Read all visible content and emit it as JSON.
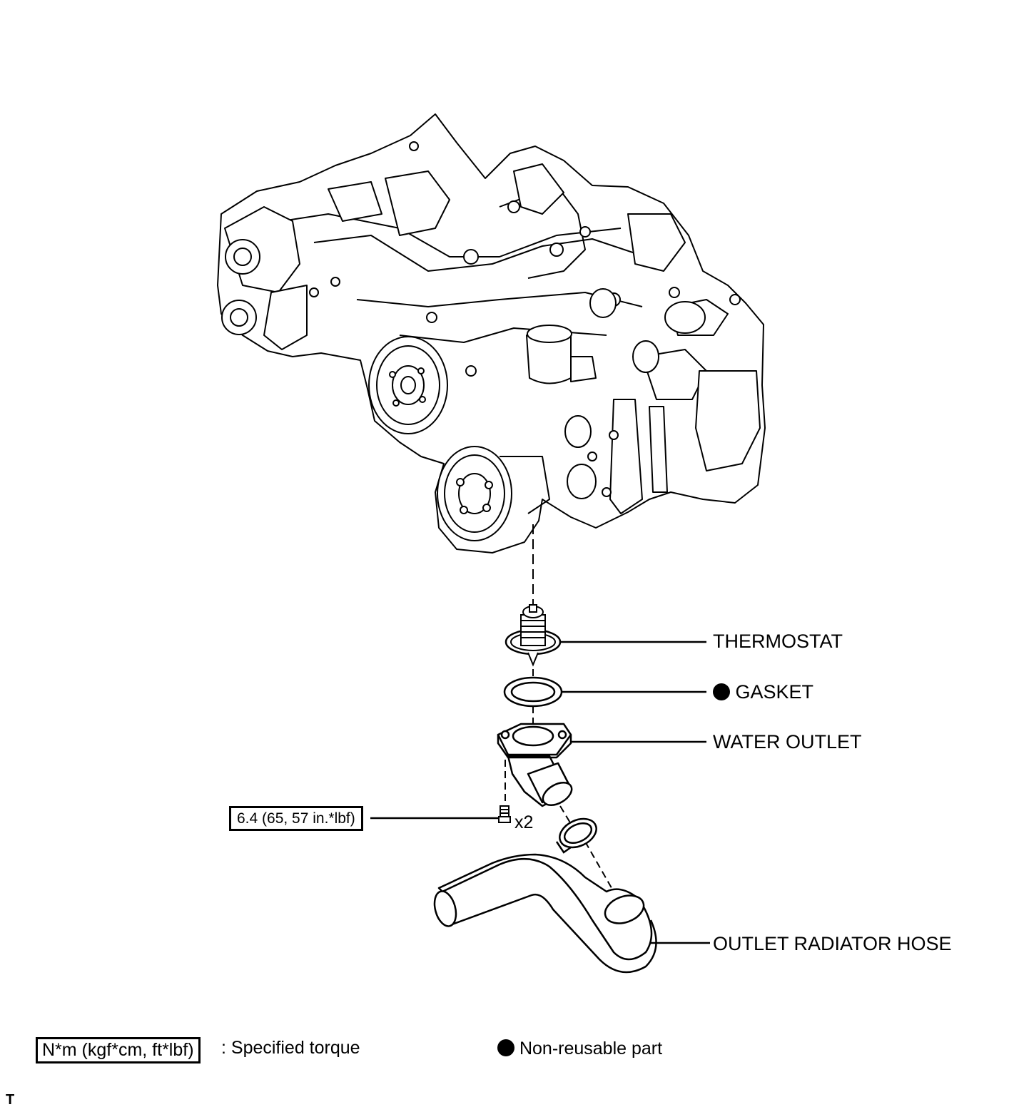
{
  "parts": {
    "thermostat": "THERMOSTAT",
    "gasket": "GASKET",
    "water_outlet": "WATER OUTLET",
    "outlet_radiator_hose": "OUTLET RADIATOR HOSE"
  },
  "bolt": {
    "torque": "6.4 (65, 57 in.*lbf)",
    "quantity": "x2"
  },
  "legend": {
    "torque_unit": "N*m (kgf*cm, ft*lbf)",
    "torque_desc": ": Specified torque",
    "non_reusable": "Non-reusable part"
  },
  "corner_mark": "T"
}
